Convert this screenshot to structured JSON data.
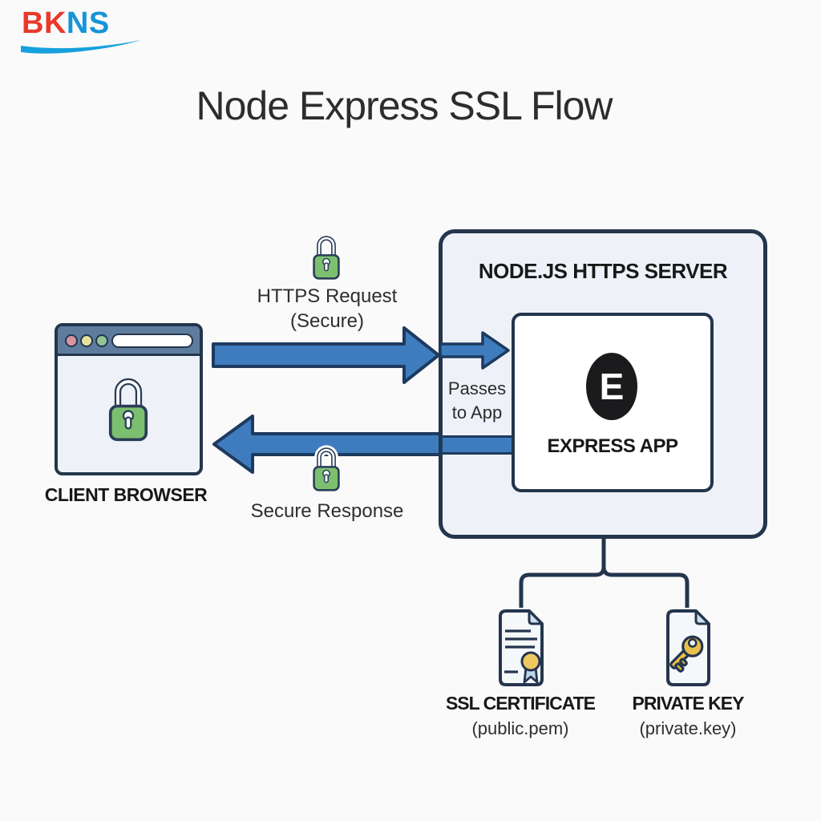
{
  "logo": {
    "part_red": "BK",
    "part_blue": "NS"
  },
  "title": "Node Express SSL Flow",
  "client": {
    "label": "CLIENT BROWSER"
  },
  "flow": {
    "request_line1": "HTTPS Request",
    "request_line2": "(Secure)",
    "response_label": "Secure Response",
    "passes_line1": "Passes",
    "passes_line2": "to App"
  },
  "server": {
    "title": "NODE.JS HTTPS SERVER",
    "express_badge": "E",
    "express_label": "EXPRESS APP"
  },
  "files": [
    {
      "label": "SSL CERTIFICATE",
      "sublabel": "(public.pem)"
    },
    {
      "label": "PRIVATE KEY",
      "sublabel": "(private.key)"
    }
  ],
  "icons": {
    "padlock": "padlock-icon",
    "request_arrow": "arrow-right-icon",
    "response_arrow": "arrow-left-icon",
    "certificate": "certificate-document-icon",
    "private_key": "key-document-icon",
    "browser_window": "browser-window-icon"
  },
  "colors": {
    "arrow_blue": "#3f7cbe",
    "outline_navy": "#24354d",
    "lock_green": "#7cc06f",
    "server_fill": "#eef2f8",
    "browser_titlebar": "#5e7d9e",
    "gold": "#eec960",
    "ribbon_blue": "#bcd7ec",
    "logo_red": "#e8392b",
    "logo_blue": "#1694d8",
    "badge_black": "#1b1b1d",
    "text": "#2d2d2d",
    "background": "#fafafa"
  }
}
